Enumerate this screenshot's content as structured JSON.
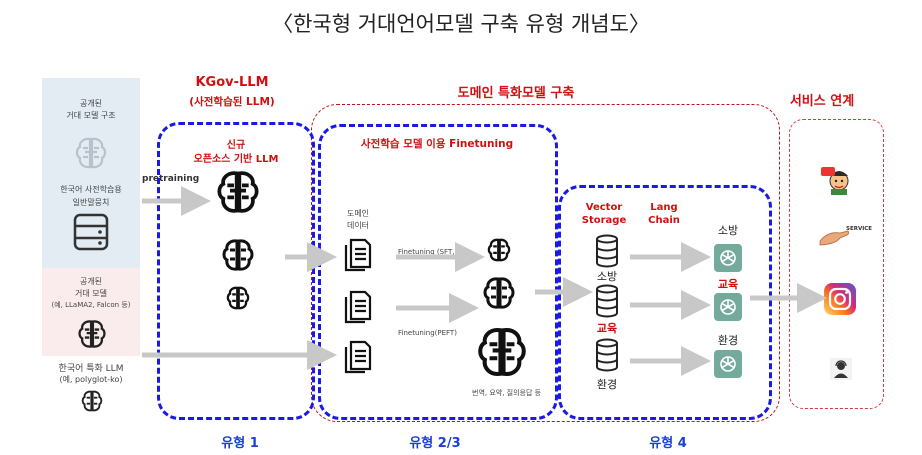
{
  "title": "〈한국형 거대언어모델 구축 유형 개념도〉",
  "kgov": {
    "name": "KGov-LLM",
    "sub": "(사전학습된 LLM)",
    "new_label_1": "신규",
    "new_label_2": "오픈소스 기반 LLM"
  },
  "domain_section": {
    "title": "도메인 특화모델 구축",
    "finetune_title": "사전학습 모델 이용 Finetuning"
  },
  "service_section": {
    "title": "서비스 연계"
  },
  "left": {
    "public_struct_1": "공개된",
    "public_struct_2": "거대 모델 구조",
    "corpus_1": "한국어 사전학습용",
    "corpus_2": "일반말뭉치",
    "pretraining": "pretraining",
    "public_model_1": "공개된",
    "public_model_2": "거대 모델",
    "public_model_3": "(예, LLaMA2, Falcon 등)",
    "korean_llm_1": "한국어 특화 LLM",
    "korean_llm_2": "(예, polyglot-ko)"
  },
  "domain_data_1": "도메인",
  "domain_data_2": "데이터",
  "finetune_sft": "Finetuning (SFT,RM)",
  "finetune_peft": "Finetuning(PEFT)",
  "tasks": "번역, 요약, 질의응답 등",
  "vector": {
    "l1": "Vector",
    "l2": "Storage"
  },
  "lang": {
    "l1": "Lang",
    "l2": "Chain"
  },
  "db_labels": [
    "소방",
    "교육",
    "환경"
  ],
  "app_labels": [
    "소방",
    "교육",
    "환경"
  ],
  "service_text": "SERVICE",
  "types": [
    "유형 1",
    "유형 2/3",
    "유형 4"
  ],
  "colors": {
    "blue_dash": "#1a1ae6",
    "red_dash": "#c01414",
    "red_text": "#d01010",
    "blue_text": "#1a3fd6",
    "chatgpt_green": "#74aa9c"
  }
}
